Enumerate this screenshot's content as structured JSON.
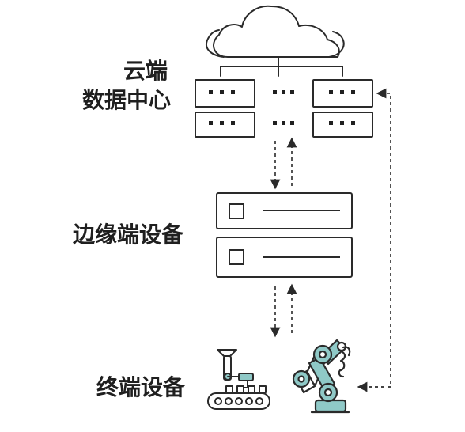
{
  "labels": {
    "cloud_line1": "云端",
    "cloud_line2": "数据中心",
    "edge": "边缘端设备",
    "terminal": "终端设备"
  },
  "colors": {
    "stroke": "#2a2a2a",
    "teal": "#8fc9c7"
  },
  "icons": {
    "cloud": "cloud-icon",
    "servers": "server-icon",
    "edge_devices": "edge-device-icon",
    "robot_arm": "robotic-arm-icon",
    "assembly_line": "assembly-line-icon"
  }
}
